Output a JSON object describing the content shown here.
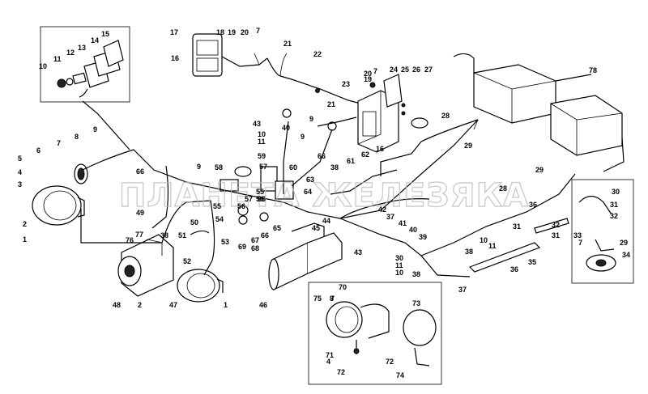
{
  "watermark": "ПЛАНЕТА ЖЕЛЕЗЯКА",
  "callouts": {
    "c1": "1",
    "c2": "2",
    "c3": "3",
    "c4": "4",
    "c5": "5",
    "c6": "6",
    "c7": "7",
    "c8": "8",
    "c9": "9",
    "c10": "10",
    "c11": "11",
    "c12": "12",
    "c13": "13",
    "c14": "14",
    "c15": "15",
    "c16": "16",
    "c17": "17",
    "c18": "18",
    "c19": "19",
    "c20": "20",
    "c21": "21",
    "c22": "22",
    "c23": "23",
    "c24": "24",
    "c25": "25",
    "c26": "26",
    "c27": "27",
    "c28": "28",
    "c29": "29",
    "c30": "30",
    "c31": "31",
    "c32": "32",
    "c33": "33",
    "c34": "34",
    "c35": "35",
    "c36": "36",
    "c37": "37",
    "c38": "38",
    "c39": "39",
    "c40": "40",
    "c41": "41",
    "c42": "42",
    "c43": "43",
    "c44": "44",
    "c45": "45",
    "c46": "46",
    "c47": "47",
    "c48": "48",
    "c49": "49",
    "c50": "50",
    "c51": "51",
    "c52": "52",
    "c53": "53",
    "c54": "54",
    "c55": "55",
    "c56": "56",
    "c57": "57",
    "c58": "58",
    "c59": "59",
    "c60": "60",
    "c61": "61",
    "c62": "62",
    "c63": "63",
    "c64": "64",
    "c65": "65",
    "c66": "66",
    "c67": "67",
    "c68": "68",
    "c69": "69",
    "c70": "70",
    "c71": "71",
    "c72": "72",
    "c73": "73",
    "c74": "74",
    "c75": "75",
    "c76": "76",
    "c77": "77",
    "c78": "78"
  }
}
